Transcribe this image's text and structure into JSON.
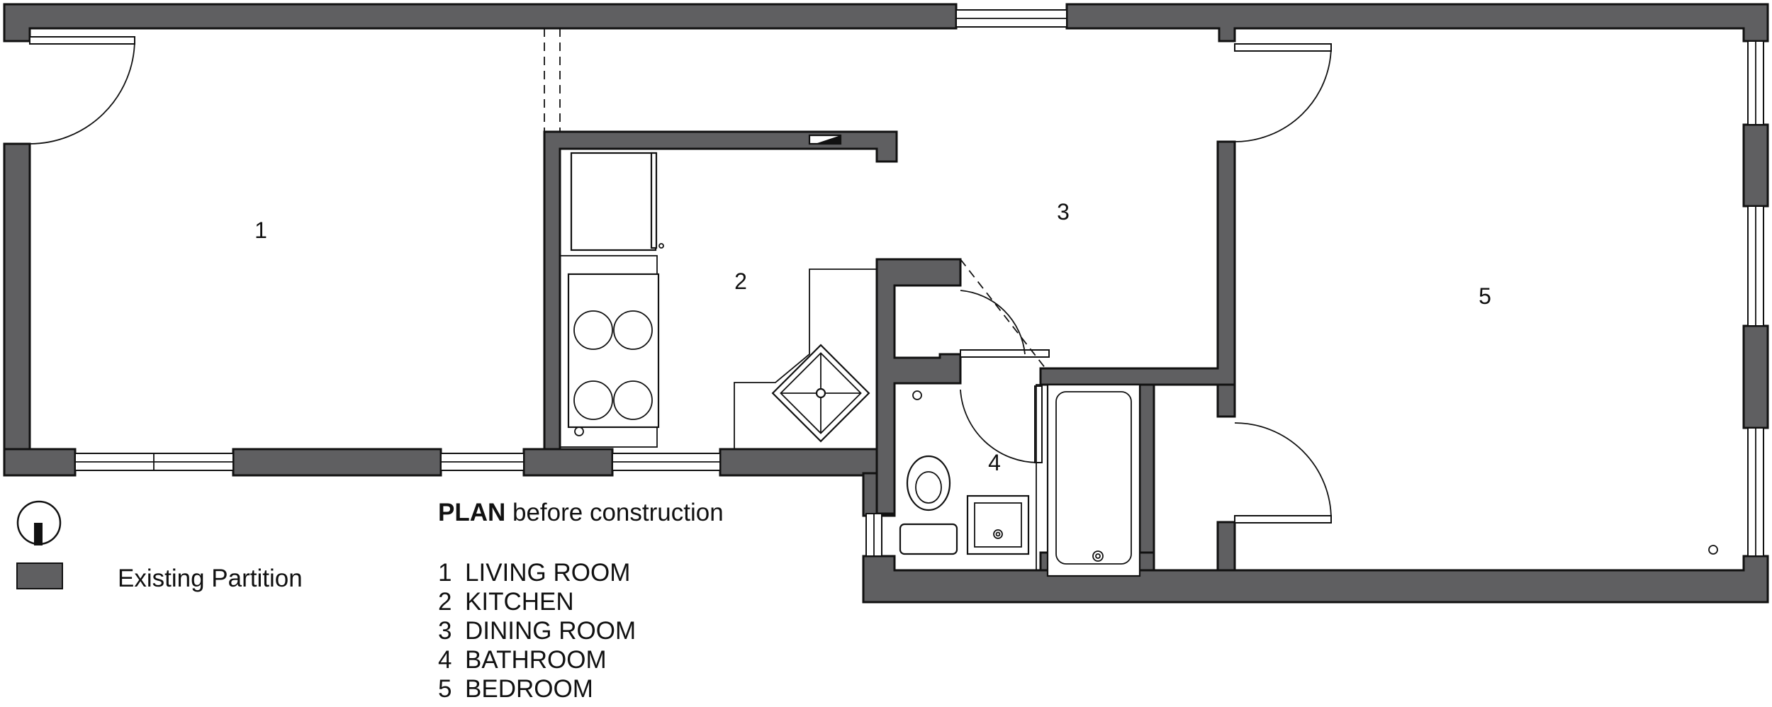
{
  "plan": {
    "title_bold": "PLAN",
    "title_rest": " before construction"
  },
  "rooms": [
    {
      "number": "1",
      "name": "LIVING ROOM"
    },
    {
      "number": "2",
      "name": "KITCHEN"
    },
    {
      "number": "3",
      "name": "DINING ROOM"
    },
    {
      "number": "4",
      "name": "BATHROOM"
    },
    {
      "number": "5",
      "name": "BEDROOM"
    }
  ],
  "legend": {
    "partition_label": "Existing Partition",
    "partition_color": "#5f5f61"
  },
  "icons": {
    "north": "north-arrow-icon"
  }
}
